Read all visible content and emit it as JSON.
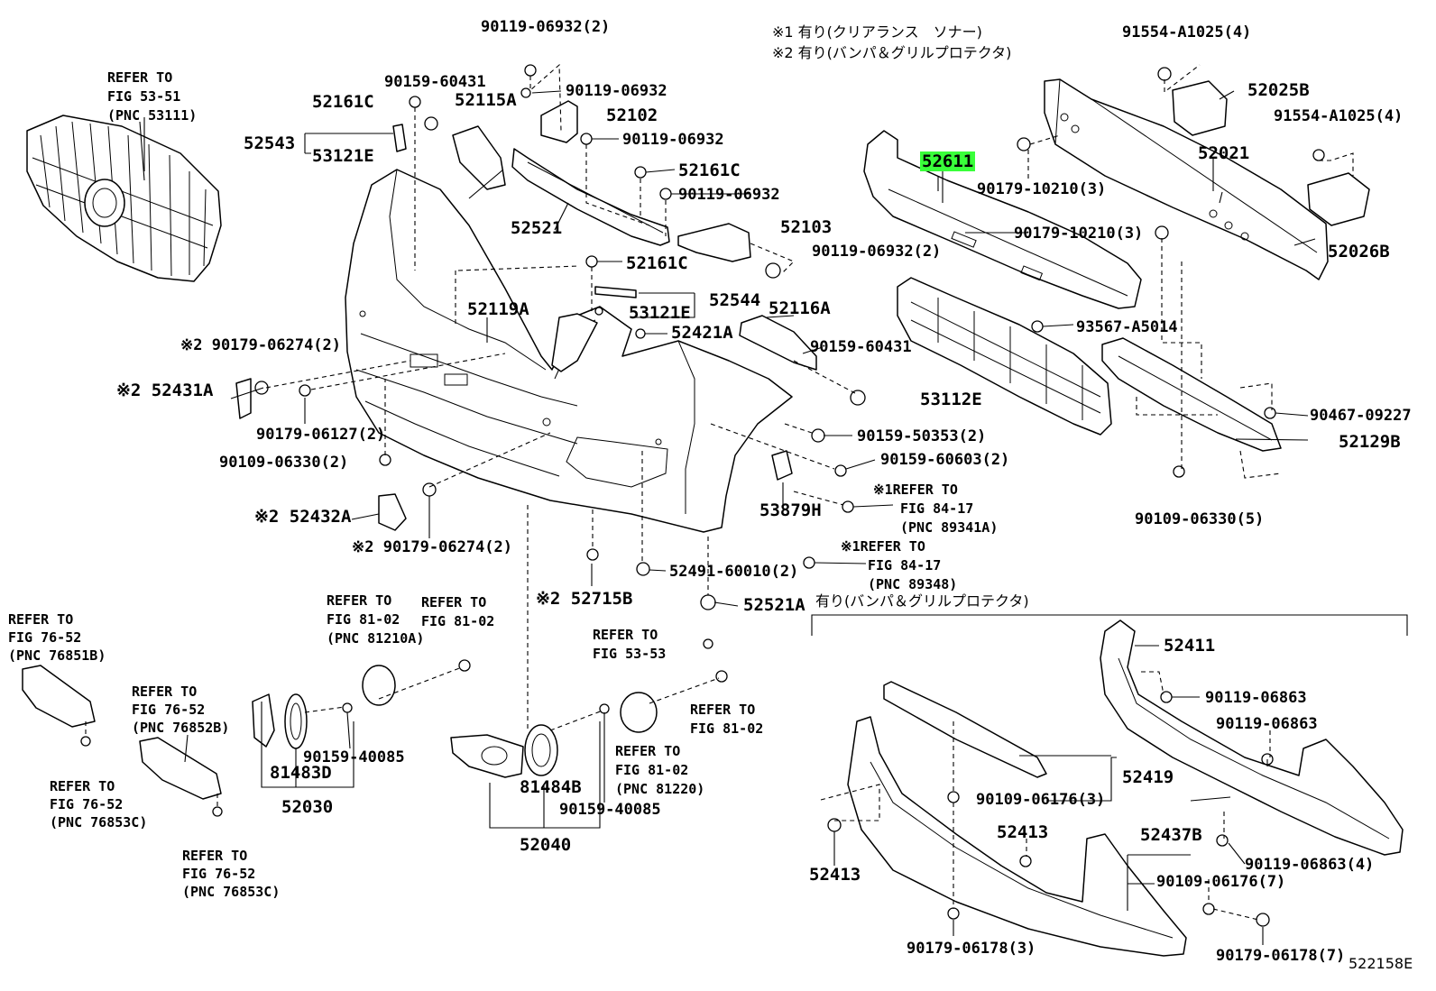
{
  "notes": {
    "n1": "※1 有り(クリアランス　ソナー)",
    "n2": "※2 有り(バンパ＆グリルプロテクタ)",
    "n3": "有り(バンパ＆グリルプロテクタ)"
  },
  "figure_code": "522158E",
  "highlight_color": "#39ff3a",
  "labels": {
    "p90119_06932_2a": "90119-06932(2)",
    "p90159_60431_a": "90159-60431",
    "p52161c_a": "52161C",
    "p52115a": "52115A",
    "p90119_06932_a": "90119-06932",
    "p52102": "52102",
    "p90119_06932_b": "90119-06932",
    "p52543": "52543",
    "p53121e_a": "53121E",
    "p52161c_b": "52161C",
    "p90119_06932_c": "90119-06932",
    "p52521": "52521",
    "p52103": "52103",
    "p90119_06932_2b": "90119-06932(2)",
    "p52161c_c": "52161C",
    "p52544": "52544",
    "p53121e_b": "53121E",
    "p52119a": "52119A",
    "p52116a": "52116A",
    "p52421a": "52421A",
    "p90159_60431_b": "90159-60431",
    "p90179_06274_2a": "※2 90179-06274(2)",
    "p52431a": "※2 52431A",
    "p90179_06127_2": "90179-06127(2)",
    "p90109_06330_2": "90109-06330(2)",
    "p90159_50353_2": "90159-50353(2)",
    "p90159_60603_2": "90159-60603(2)",
    "p52432a": "※2 52432A",
    "p90179_06274_2b": "※2 90179-06274(2)",
    "p53879h": "53879H",
    "p52715b": "※2 52715B",
    "p52491_60010_2": "52491-60010(2)",
    "p52521a": "52521A",
    "p91554_a1025_4a": "91554-A1025(4)",
    "p52025b": "52025B",
    "p91554_a1025_4b": "91554-A1025(4)",
    "p52611": "52611",
    "p52021": "52021",
    "p90179_10210_3a": "90179-10210(3)",
    "p90179_10210_3b": "90179-10210(3)",
    "p52026b": "52026B",
    "p93567_a5014": "93567-A5014",
    "p53112e": "53112E",
    "p90467_09227": "90467-09227",
    "p52129b": "52129B",
    "p90109_06330_5": "90109-06330(5)",
    "p81483d": "81483D",
    "p52030": "52030",
    "p90159_40085_a": "90159-40085",
    "p81484b": "81484B",
    "p90159_40085_b": "90159-40085",
    "p52040": "52040",
    "p52411": "52411",
    "p90119_06863_a": "90119-06863",
    "p90119_06863_b": "90119-06863",
    "p52419": "52419",
    "p90109_06176_3": "90109-06176(3)",
    "p52413_a": "52413",
    "p52413_b": "52413",
    "p52437b": "52437B",
    "p90119_06863_4": "90119-06863(4)",
    "p90109_06176_7": "90109-06176(7)",
    "p90179_06178_3": "90179-06178(3)",
    "p90179_06178_7": "90179-06178(7)"
  },
  "refs": {
    "r53_51": [
      "REFER TO",
      "FIG 53-51",
      "(PNC 53111)"
    ],
    "r76_52_a": [
      "REFER TO",
      "FIG 76-52",
      "(PNC 76851B)"
    ],
    "r76_52_b": [
      "REFER TO",
      "FIG 76-52",
      "(PNC 76852B)"
    ],
    "r76_52_c": [
      "REFER TO",
      "FIG 76-52",
      "(PNC 76853C)"
    ],
    "r76_52_d": [
      "REFER TO",
      "FIG 76-52",
      "(PNC 76853C)"
    ],
    "r81_02_a": [
      "REFER TO",
      "FIG 81-02",
      "(PNC 81210A)"
    ],
    "r81_02_b": [
      "REFER TO",
      "FIG 81-02"
    ],
    "r53_53": [
      "REFER TO",
      "FIG 53-53"
    ],
    "r81_02_c": [
      "REFER TO",
      "FIG 81-02"
    ],
    "r81_02_d": [
      "REFER TO",
      "FIG 81-02",
      "(PNC 81220)"
    ],
    "r84_17_a": [
      "※1REFER TO",
      "FIG 84-17",
      "(PNC 89341A)"
    ],
    "r84_17_b": [
      "※1REFER TO",
      "FIG 84-17",
      "(PNC 89348)"
    ]
  }
}
